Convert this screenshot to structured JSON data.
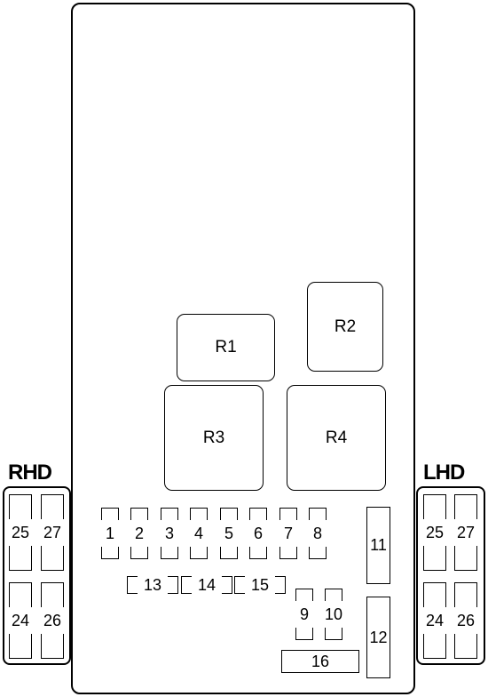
{
  "relays": {
    "r1": "R1",
    "r2": "R2",
    "r3": "R3",
    "r4": "R4"
  },
  "fuses": {
    "f1": "1",
    "f2": "2",
    "f3": "3",
    "f4": "4",
    "f5": "5",
    "f6": "6",
    "f7": "7",
    "f8": "8",
    "f9": "9",
    "f10": "10",
    "f11": "11",
    "f12": "12",
    "f13": "13",
    "f14": "14",
    "f15": "15",
    "f16": "16"
  },
  "rhd": {
    "label": "RHD",
    "top_left": "25",
    "top_right": "27",
    "bottom_left": "24",
    "bottom_right": "26"
  },
  "lhd": {
    "label": "LHD",
    "top_left": "25",
    "top_right": "27",
    "bottom_left": "24",
    "bottom_right": "26"
  }
}
